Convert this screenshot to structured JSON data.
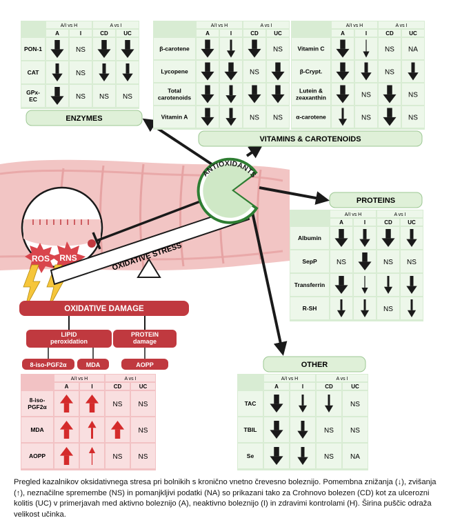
{
  "colors": {
    "panel_green": "#d8ecd3",
    "cell_green": "#edf7ea",
    "label_green": "#dff0d8",
    "header_green": "#c6e2bf",
    "panel_red": "#f2c2c4",
    "cell_red": "#f9dfe0",
    "damage_red": "#c0393f",
    "arrow_red": "#d42b2b",
    "antioxidant_green": "#2e7d32"
  },
  "legend_arrows": "arrow width reflects effect size",
  "header_groups": {
    "left": "A/I vs H",
    "right": "A vs I"
  },
  "enzymes": {
    "label": "ENZYMES",
    "cols": [
      "A",
      "I",
      "CD",
      "UC"
    ],
    "rows": [
      {
        "name": "PON-1",
        "cells": [
          {
            "t": "down",
            "w": 3
          },
          {
            "t": "NS"
          },
          {
            "t": "down",
            "w": 3
          },
          {
            "t": "down",
            "w": 3
          }
        ]
      },
      {
        "name": "CAT",
        "cells": [
          {
            "t": "down",
            "w": 2
          },
          {
            "t": "NS"
          },
          {
            "t": "down",
            "w": 2
          },
          {
            "t": "down",
            "w": 2
          }
        ]
      },
      {
        "name": "GPx-\nEC",
        "cells": [
          {
            "t": "down",
            "w": 3
          },
          {
            "t": "NS"
          },
          {
            "t": "NS"
          },
          {
            "t": "NS"
          }
        ]
      }
    ]
  },
  "vitamins": {
    "label": "VITAMINS & CAROTENOIDS",
    "left": {
      "cols": [
        "A",
        "I",
        "CD",
        "UC"
      ],
      "rows": [
        {
          "name": "β-carotene",
          "cells": [
            {
              "t": "down",
              "w": 3
            },
            {
              "t": "down",
              "w": 1
            },
            {
              "t": "down",
              "w": 3
            },
            {
              "t": "NS"
            }
          ]
        },
        {
          "name": "Lycopene",
          "cells": [
            {
              "t": "down",
              "w": 3
            },
            {
              "t": "down",
              "w": 3
            },
            {
              "t": "NS"
            },
            {
              "t": "down",
              "w": 3
            }
          ]
        },
        {
          "name": "Total\ncarotenoids",
          "cells": [
            {
              "t": "down",
              "w": 3
            },
            {
              "t": "down",
              "w": 2
            },
            {
              "t": "down",
              "w": 3
            },
            {
              "t": "down",
              "w": 3
            }
          ]
        },
        {
          "name": "Vitamin A",
          "cells": [
            {
              "t": "down",
              "w": 3
            },
            {
              "t": "down",
              "w": 2
            },
            {
              "t": "NS"
            },
            {
              "t": "NS"
            }
          ]
        }
      ]
    },
    "right": {
      "cols": [
        "A",
        "I",
        "CD",
        "UC"
      ],
      "rows": [
        {
          "name": "Vitamin C",
          "cells": [
            {
              "t": "down",
              "w": 3
            },
            {
              "t": "down",
              "w": 0
            },
            {
              "t": "NS"
            },
            {
              "t": "NA"
            }
          ]
        },
        {
          "name": "β-Crypt.",
          "cells": [
            {
              "t": "down",
              "w": 3
            },
            {
              "t": "down",
              "w": 2
            },
            {
              "t": "NS"
            },
            {
              "t": "down",
              "w": 2
            }
          ]
        },
        {
          "name": "Lutein &\nzeaxanthin",
          "cells": [
            {
              "t": "down",
              "w": 3
            },
            {
              "t": "NS"
            },
            {
              "t": "down",
              "w": 3
            },
            {
              "t": "NS"
            }
          ]
        },
        {
          "name": "α-carotene",
          "cells": [
            {
              "t": "down",
              "w": 1
            },
            {
              "t": "NS"
            },
            {
              "t": "down",
              "w": 3
            },
            {
              "t": "NS"
            }
          ]
        }
      ]
    }
  },
  "proteins": {
    "label": "PROTEINS",
    "cols": [
      "A",
      "I",
      "CD",
      "UC"
    ],
    "rows": [
      {
        "name": "Albumin",
        "cells": [
          {
            "t": "down",
            "w": 3
          },
          {
            "t": "down",
            "w": 2
          },
          {
            "t": "down",
            "w": 3
          },
          {
            "t": "down",
            "w": 2
          }
        ]
      },
      {
        "name": "SepP",
        "cells": [
          {
            "t": "NS"
          },
          {
            "t": "down",
            "w": 3
          },
          {
            "t": "NS"
          },
          {
            "t": "NS"
          }
        ]
      },
      {
        "name": "Transferrin",
        "cells": [
          {
            "t": "down",
            "w": 3
          },
          {
            "t": "down",
            "w": 0
          },
          {
            "t": "down",
            "w": 1
          },
          {
            "t": "down",
            "w": 2
          }
        ]
      },
      {
        "name": "R-SH",
        "cells": [
          {
            "t": "down",
            "w": 1
          },
          {
            "t": "down",
            "w": 1
          },
          {
            "t": "NS"
          },
          {
            "t": "down",
            "w": 1
          }
        ]
      }
    ]
  },
  "other": {
    "label": "OTHER",
    "cols": [
      "A",
      "I",
      "CD",
      "UC"
    ],
    "rows": [
      {
        "name": "TAC",
        "cells": [
          {
            "t": "down",
            "w": 3
          },
          {
            "t": "down",
            "w": 1
          },
          {
            "t": "down",
            "w": 1
          },
          {
            "t": "NS"
          }
        ]
      },
      {
        "name": "TBIL",
        "cells": [
          {
            "t": "down",
            "w": 3
          },
          {
            "t": "down",
            "w": 2
          },
          {
            "t": "NS"
          },
          {
            "t": "NS"
          }
        ]
      },
      {
        "name": "Se",
        "cells": [
          {
            "t": "down",
            "w": 3
          },
          {
            "t": "down",
            "w": 2
          },
          {
            "t": "NS"
          },
          {
            "t": "NA"
          }
        ]
      }
    ]
  },
  "damage": {
    "title": "OXIDATIVE DAMAGE",
    "lipid": "LIPID\nperoxidation",
    "protein": "PROTEIN\ndamage",
    "markers": [
      "8-iso-PGF2α",
      "MDA",
      "AOPP"
    ],
    "cols": [
      "A",
      "I",
      "CD",
      "UC"
    ],
    "rows": [
      {
        "name": "8-iso-\nPGF2α",
        "cells": [
          {
            "t": "up",
            "w": 3
          },
          {
            "t": "up",
            "w": 3
          },
          {
            "t": "NS"
          },
          {
            "t": "NS"
          }
        ]
      },
      {
        "name": "MDA",
        "cells": [
          {
            "t": "up",
            "w": 3
          },
          {
            "t": "up",
            "w": 1
          },
          {
            "t": "up",
            "w": 3
          },
          {
            "t": "NS"
          }
        ]
      },
      {
        "name": "AOPP",
        "cells": [
          {
            "t": "up",
            "w": 3
          },
          {
            "t": "up",
            "w": 0
          },
          {
            "t": "NS"
          },
          {
            "t": "NS"
          }
        ]
      }
    ]
  },
  "labels": {
    "antioxidants": "ANTIOXIDANTS",
    "oxidative_stress": "OXIDATIVE STRESS",
    "ros": "ROS",
    "rns": "RNS"
  },
  "caption": "Pregled kazalnikov oksidativnega stresa pri bolnikih s kronično vnetno črevesno boleznijo. Pomembna znižanja (↓), zvišanja (↑), neznačilne spremembe (NS) in pomanjkljivi podatki (NA) so prikazani tako za Crohnovo bolezen (CD) kot za ulcerozni kolitis (UC) v primerjavah med aktivno boleznijo (A), neaktivno boleznijo (I) in zdravimi kontrolami (H). Širina puščic odraža velikost učinka."
}
